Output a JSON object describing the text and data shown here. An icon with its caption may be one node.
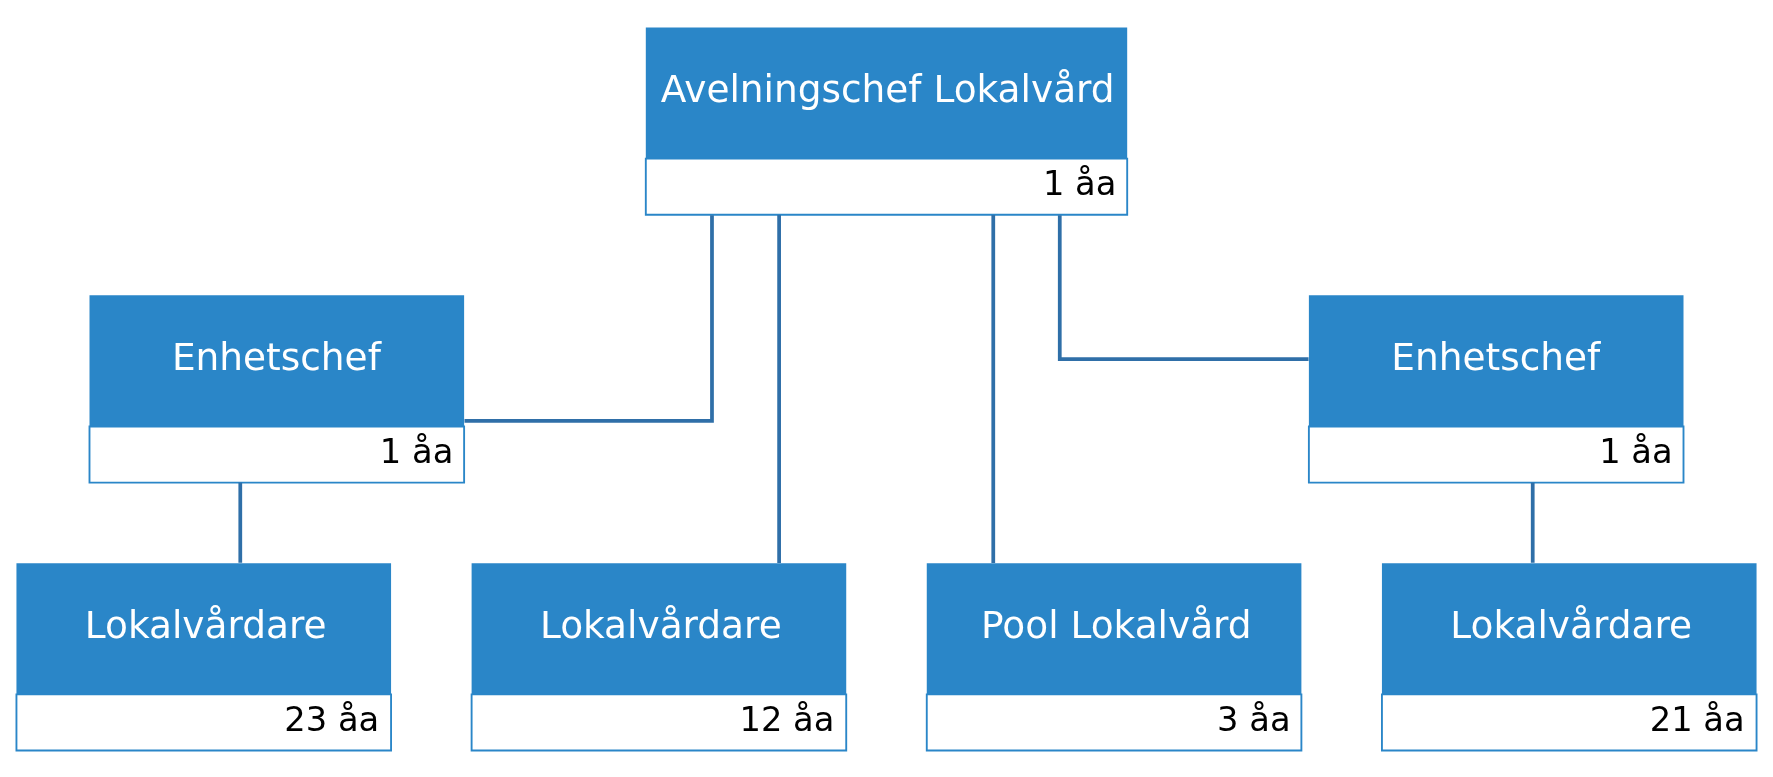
{
  "diagram": {
    "nodes": [
      {
        "text": [
          "Avelningschef Lokalvård",
          "1 åa"
        ]
      },
      {
        "text": [
          "Enhetschef",
          "1 åa"
        ]
      },
      {
        "text": [
          "Lokalvårdare",
          "23 åa"
        ]
      },
      {
        "text": [
          "Lokalvårdare",
          "12 åa"
        ]
      },
      {
        "text": [
          "Pool Lokalvård",
          "3 åa"
        ]
      },
      {
        "text": [
          "Enhetschef",
          "1 åa"
        ]
      },
      {
        "text": [
          "Lokalvårdare",
          "21 åa"
        ]
      }
    ],
    "edges": [
      {
        "from": 0,
        "to": 1,
        "arrow": "none"
      },
      {
        "from": 0,
        "to": 3,
        "arrow": "none"
      },
      {
        "from": 0,
        "to": 4,
        "arrow": "none"
      },
      {
        "from": 0,
        "to": 5,
        "arrow": "none"
      },
      {
        "from": 1,
        "to": 2,
        "arrow": "none"
      },
      {
        "from": 5,
        "to": 6,
        "arrow": "none"
      }
    ]
  }
}
